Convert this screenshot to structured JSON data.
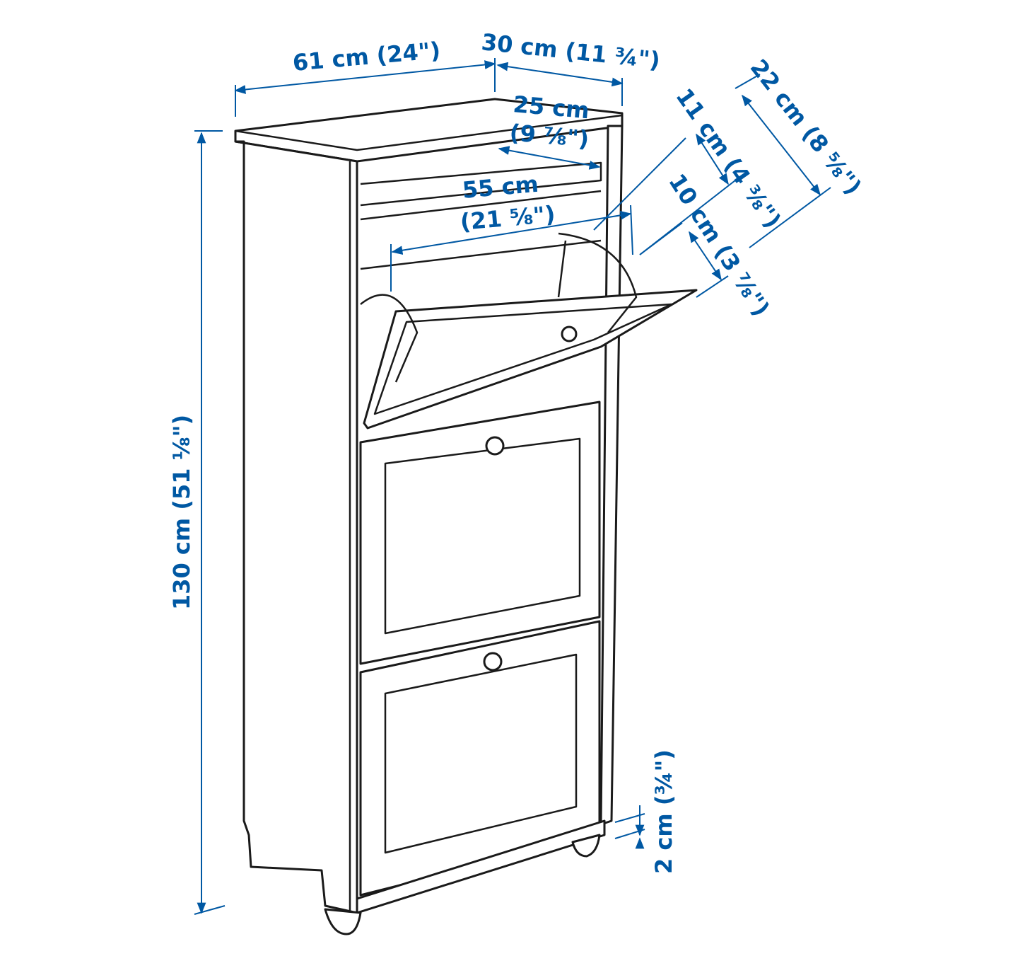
{
  "accent_color": "#0058a3",
  "dimensions": {
    "width": "61 cm (24\")",
    "depth": "30 cm (11 ¾\")",
    "inner_depth_l1": "25 cm",
    "inner_depth_l2": "(9 ⅞\")",
    "inner_width_l1": "55 cm",
    "inner_width_l2": "(21 ⅝\")",
    "compartment_11": "11 cm (4 ⅜\")",
    "compartment_22": "22 cm (8 ⅝\")",
    "compartment_10": "10 cm (3 ⅞\")",
    "height": "130 cm (51 ⅛\")",
    "foot_height": "2 cm (¾\")"
  }
}
